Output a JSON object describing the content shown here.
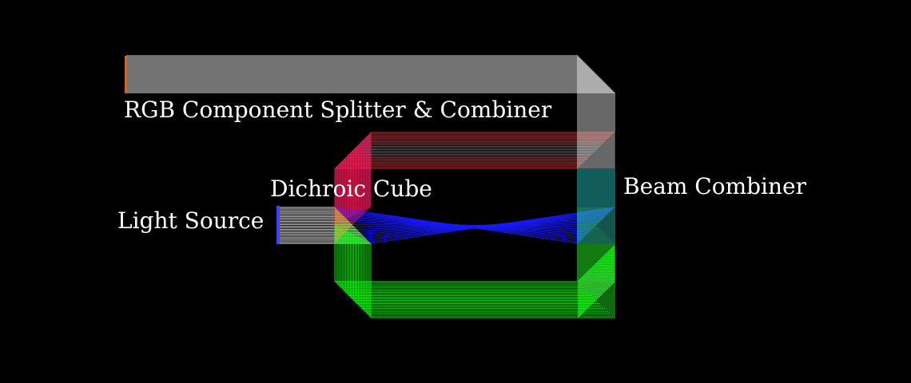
{
  "labels": {
    "rgb_title": "RGB Component Splitter & Combiner",
    "dichroic": "Dichroic Cube",
    "light_source": "Light Source",
    "beam_combiner": "Beam Combiner"
  },
  "colors": {
    "background": "#000000",
    "white_beam": "#ffffff",
    "red_beam": "#ff2a2a",
    "green_beam": "#2aff2a",
    "blue_beam": "#1a1aff",
    "cyan_overlap": "#33e6e6",
    "pink_overlap": "#ff7a7a",
    "magenta_overlap": "#e0208a",
    "yellow_overlap": "#c8b43a",
    "source_bar": "#4040ff",
    "output_bar": "#c06a3a",
    "text": "#ffffff"
  },
  "icons": {
    "source": "light-source-bar-icon",
    "output": "output-aperture-icon"
  }
}
